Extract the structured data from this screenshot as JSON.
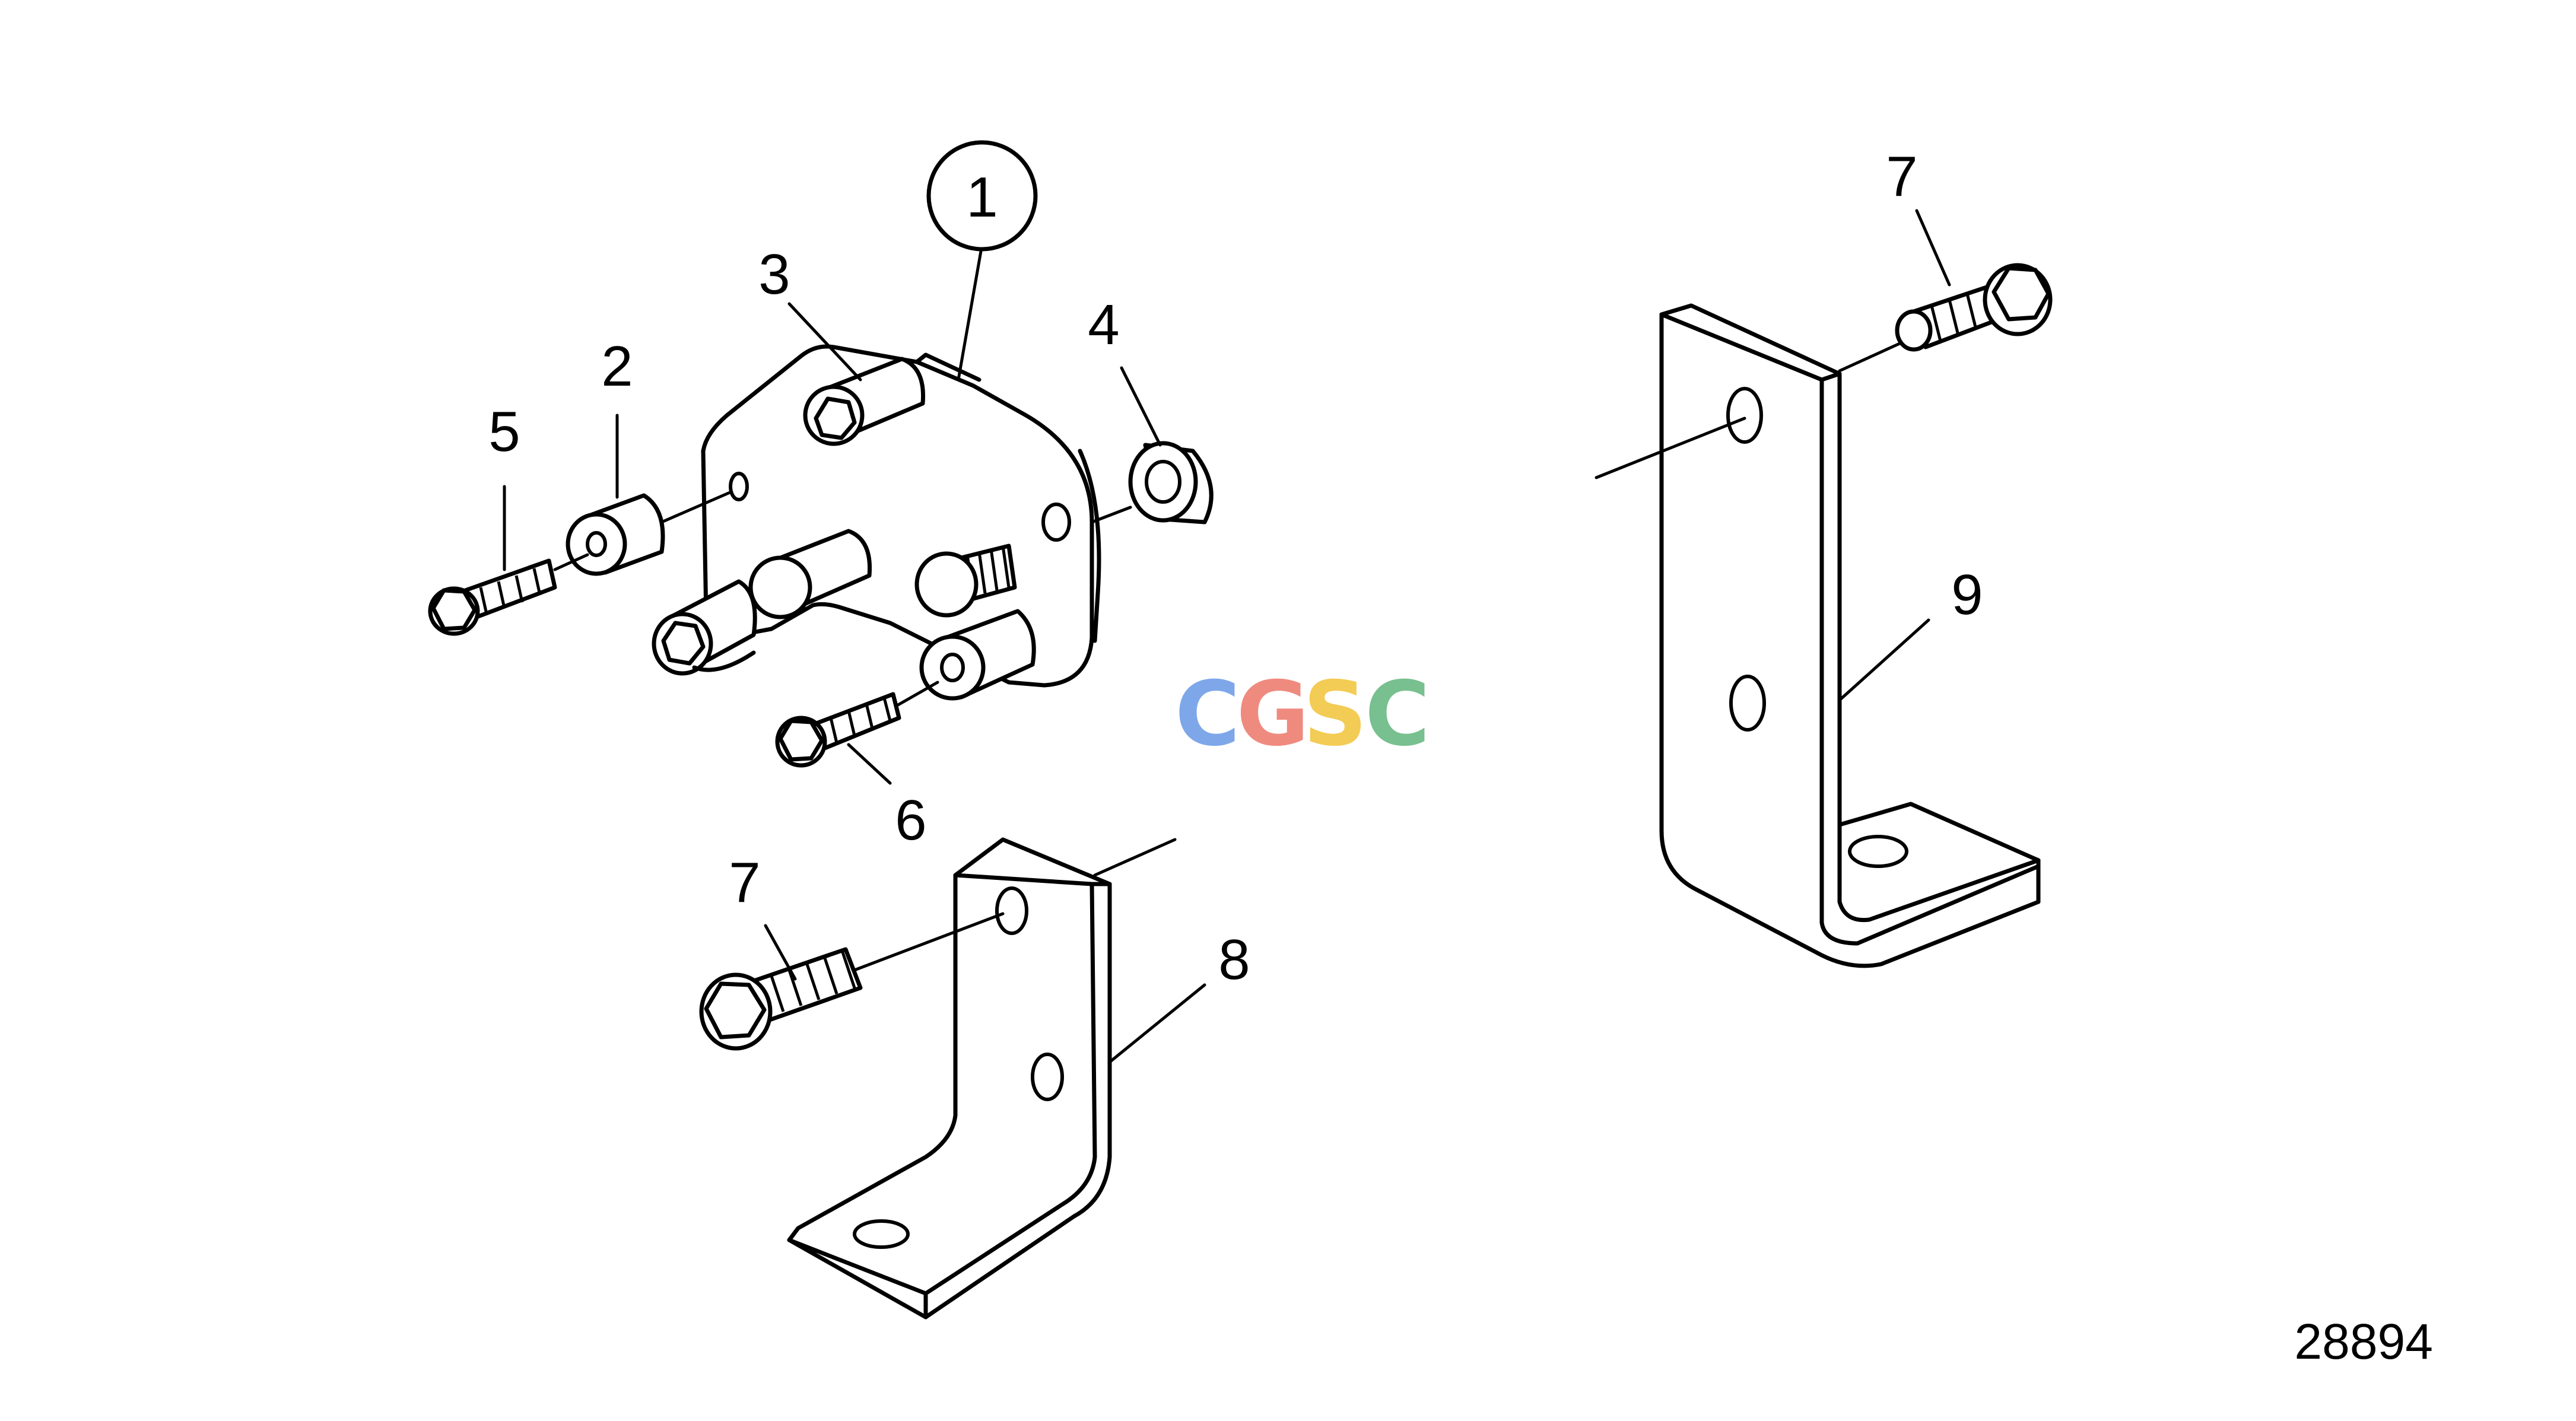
{
  "diagram": {
    "callouts": {
      "c1": "1",
      "c2": "2",
      "c3": "3",
      "c4": "4",
      "c5": "5",
      "c6": "6",
      "c7a": "7",
      "c7b": "7",
      "c8": "8",
      "c9": "9"
    },
    "reference_number": "28894",
    "watermark": {
      "letters": [
        "C",
        "G",
        "S",
        "C"
      ],
      "colors": [
        "#7ea7ea",
        "#ef8a7f",
        "#f3cc55",
        "#78c08f"
      ]
    }
  }
}
